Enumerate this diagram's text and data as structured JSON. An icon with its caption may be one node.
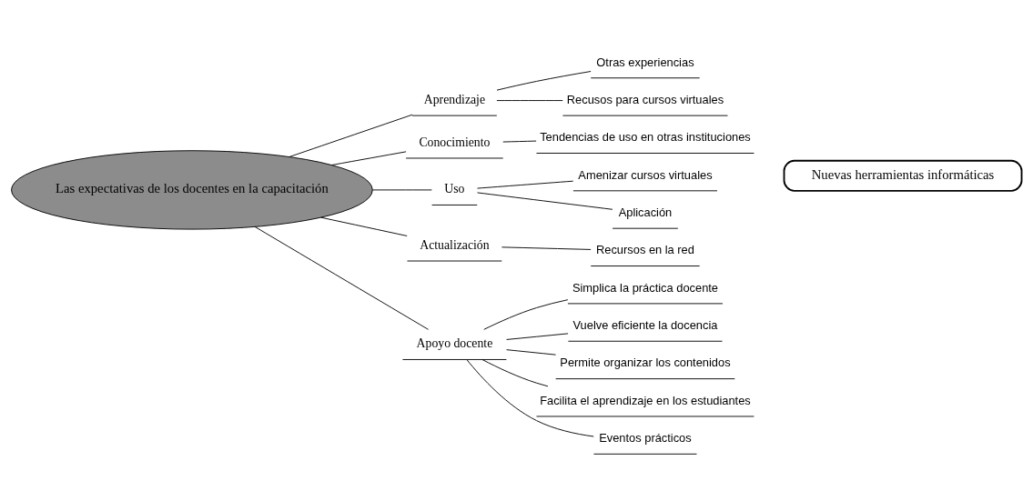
{
  "diagram": {
    "nodes": [
      {
        "text": [
          "Las expectativas de los docentes en la capacitación"
        ]
      },
      {
        "text": [
          "Aprendizaje"
        ]
      },
      {
        "text": [
          "Otras experiencias"
        ]
      },
      {
        "text": [
          "Recusos para cursos virtuales"
        ]
      },
      {
        "text": [
          "Conocimiento"
        ]
      },
      {
        "text": [
          "Tendencias de uso en otras instituciones"
        ]
      },
      {
        "text": [
          "Uso"
        ]
      },
      {
        "text": [
          "Amenizar cursos virtuales"
        ]
      },
      {
        "text": [
          "Aplicación"
        ]
      },
      {
        "text": [
          "Actualización"
        ]
      },
      {
        "text": [
          "Recursos en la red"
        ]
      },
      {
        "text": [
          "Apoyo docente"
        ]
      },
      {
        "text": [
          "Simplica la práctica docente"
        ]
      },
      {
        "text": [
          "Vuelve eficiente la docencia"
        ]
      },
      {
        "text": [
          "Permite organizar los contenidos"
        ]
      },
      {
        "text": [
          "Facilita el aprendizaje en los estudiantes"
        ]
      },
      {
        "text": [
          "Eventos prácticos"
        ]
      },
      {
        "text": [
          "Nuevas herramientas informáticas"
        ]
      }
    ],
    "edges": [
      {
        "from": 0,
        "to": 1,
        "arrow": "none"
      },
      {
        "from": 1,
        "to": 2,
        "arrow": "none"
      },
      {
        "from": 1,
        "to": 3,
        "arrow": "none"
      },
      {
        "from": 0,
        "to": 4,
        "arrow": "none"
      },
      {
        "from": 4,
        "to": 5,
        "arrow": "none"
      },
      {
        "from": 0,
        "to": 6,
        "arrow": "none"
      },
      {
        "from": 6,
        "to": 7,
        "arrow": "none"
      },
      {
        "from": 6,
        "to": 8,
        "arrow": "none"
      },
      {
        "from": 0,
        "to": 9,
        "arrow": "none"
      },
      {
        "from": 9,
        "to": 10,
        "arrow": "none"
      },
      {
        "from": 0,
        "to": 11,
        "arrow": "none"
      },
      {
        "from": 11,
        "to": 12,
        "arrow": "none"
      },
      {
        "from": 11,
        "to": 13,
        "arrow": "none"
      },
      {
        "from": 11,
        "to": 14,
        "arrow": "none"
      },
      {
        "from": 11,
        "to": 15,
        "arrow": "none"
      },
      {
        "from": 11,
        "to": 16,
        "arrow": "none"
      }
    ]
  }
}
